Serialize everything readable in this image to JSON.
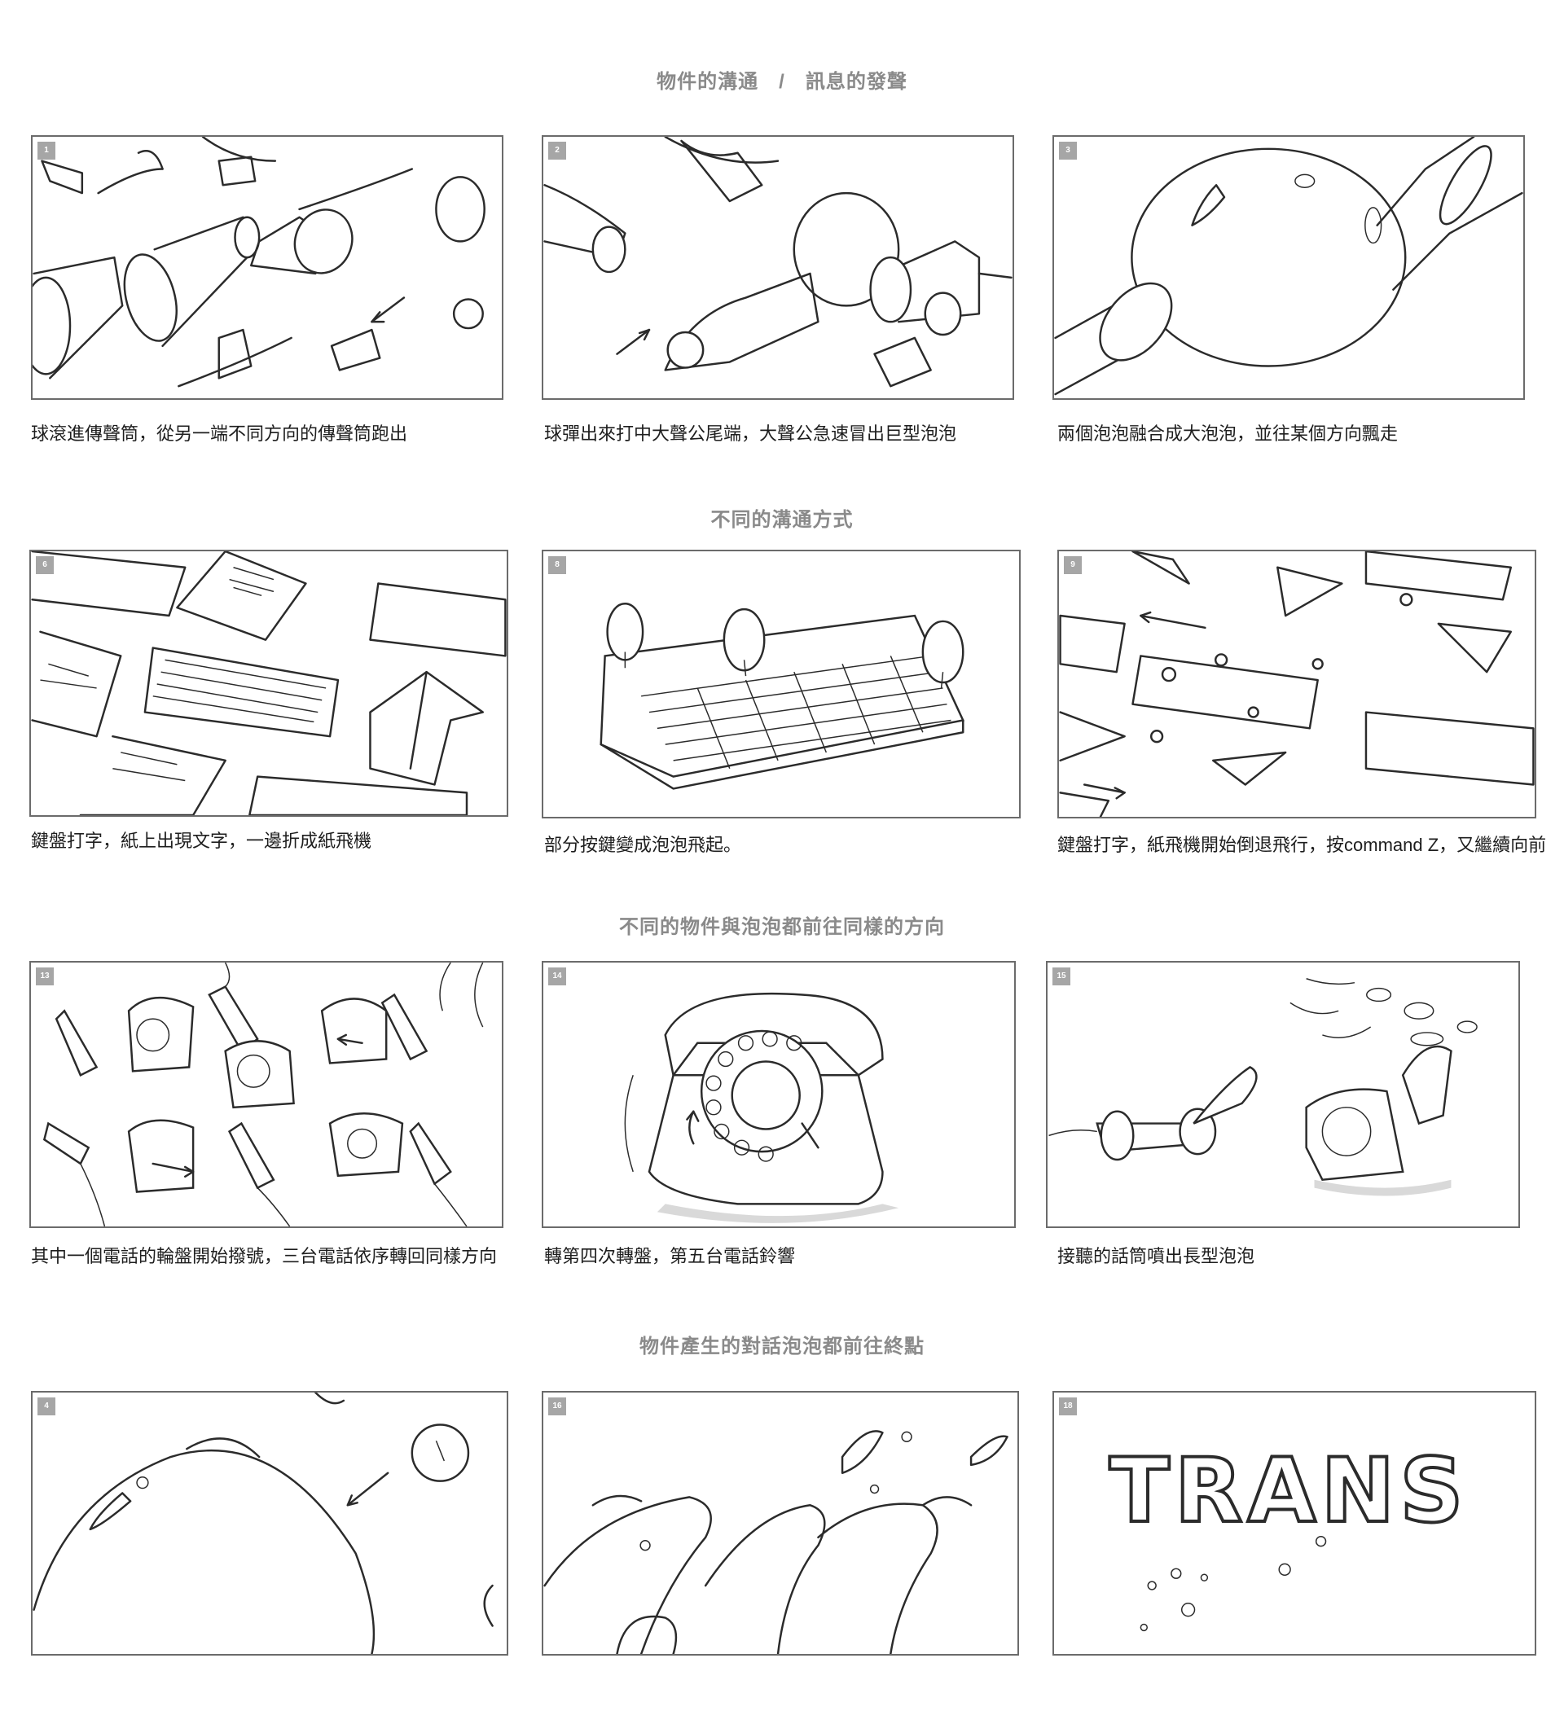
{
  "sections": [
    {
      "title": "物件的溝通　/　訊息的發聲"
    },
    {
      "title": "不同的溝通方式"
    },
    {
      "title": "不同的物件與泡泡都前往同樣的方向"
    },
    {
      "title": "物件產生的對話泡泡都前往終點"
    }
  ],
  "panels": [
    {
      "number": "1",
      "caption": "球滾進傳聲筒，從另一端不同方向的傳聲筒跑出"
    },
    {
      "number": "2",
      "caption": "球彈出來打中大聲公尾端，大聲公急速冒出巨型泡泡"
    },
    {
      "number": "3",
      "caption": "兩個泡泡融合成大泡泡，並往某個方向飄走"
    },
    {
      "number": "6",
      "caption": "鍵盤打字，紙上出現文字，一邊折成紙飛機"
    },
    {
      "number": "8",
      "caption": "部分按鍵變成泡泡飛起。"
    },
    {
      "number": "9",
      "caption": "鍵盤打字，紙飛機開始倒退飛行，按command Z，又繼續向前"
    },
    {
      "number": "13",
      "caption": "其中一個電話的輪盤開始撥號，三台電話依序轉回同樣方向"
    },
    {
      "number": "14",
      "caption": "轉第四次轉盤，第五台電話鈴響"
    },
    {
      "number": "15",
      "caption": "接聽的話筒噴出長型泡泡"
    },
    {
      "number": "4",
      "caption": ""
    },
    {
      "number": "16",
      "caption": ""
    },
    {
      "number": "18",
      "caption": ""
    }
  ],
  "sketch_text": {
    "trans": "TRANS"
  },
  "icons": [
    "megaphone-sketch",
    "keyboard-sketch",
    "paper-plane-sketch",
    "telephone-sketch",
    "bubble-sketch"
  ]
}
